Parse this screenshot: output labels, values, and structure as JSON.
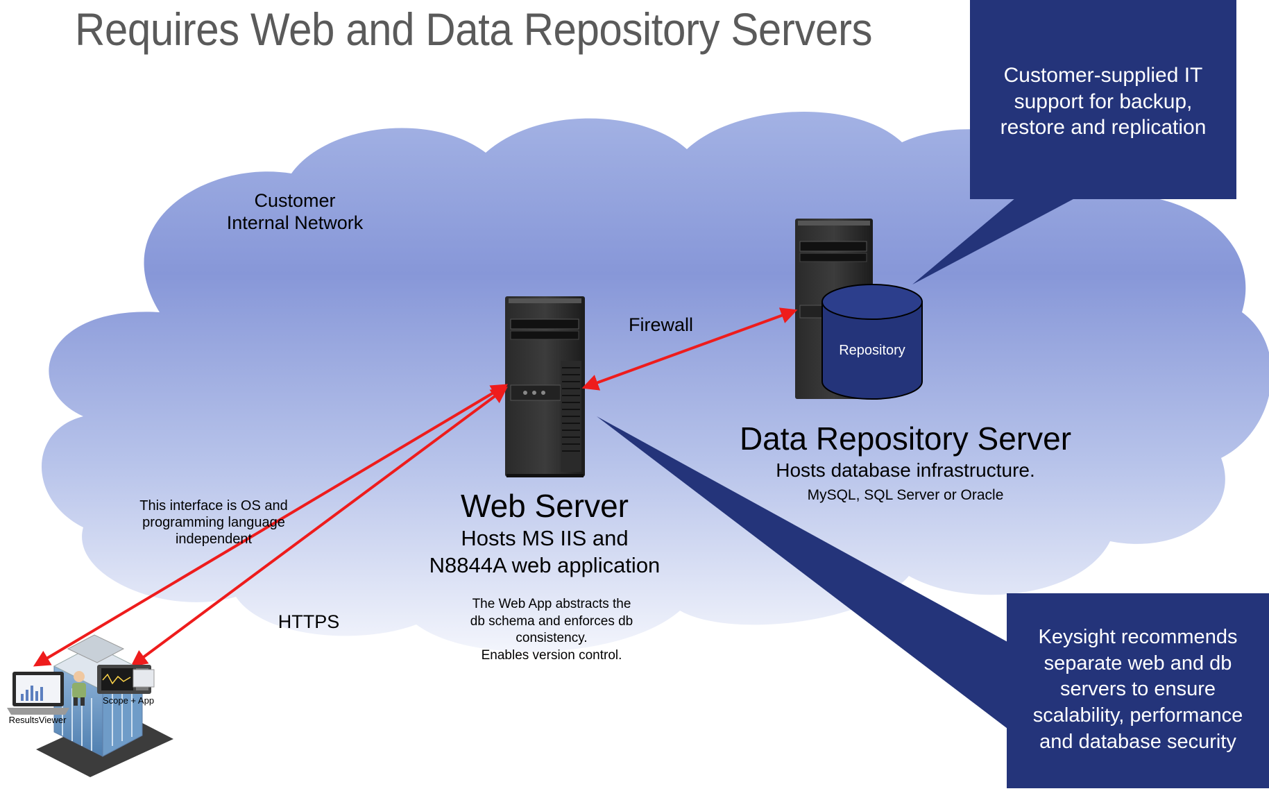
{
  "title": "Requires Web and Data Repository Servers",
  "network": {
    "line1": "Customer",
    "line2": "Internal Network"
  },
  "firewall": "Firewall",
  "https": "HTTPS",
  "interface_note": {
    "line1": "This interface is OS and",
    "line2": "programming language",
    "line3": "independent"
  },
  "web_server": {
    "name": "Web Server",
    "desc1": "Hosts MS IIS and",
    "desc2": "N8844A web application",
    "note1": "The Web App abstracts the",
    "note2": "db schema and enforces db",
    "note3": "consistency.",
    "note4": "Enables version control."
  },
  "data_server": {
    "name": "Data Repository Server",
    "desc": "Hosts database infrastructure.",
    "db_list": "MySQL, SQL Server or Oracle",
    "repository_label": "Repository"
  },
  "callout_top": {
    "line1": "Customer-supplied IT",
    "line2": "support for backup,",
    "line3": "restore and replication"
  },
  "callout_bottom": {
    "line1": "Keysight recommends",
    "line2": "separate web and db",
    "line3": "servers to ensure",
    "line4": "scalability, performance",
    "line5": "and database security"
  },
  "client": {
    "results_viewer": "ResultsViewer",
    "scope_app": "Scope + App"
  },
  "colors": {
    "cloud_top": "#7f92d6",
    "cloud_bottom": "#f1f3fb",
    "callout": "#24347a",
    "arrow": "#ee1c1c",
    "cylinder": "#24347a"
  }
}
